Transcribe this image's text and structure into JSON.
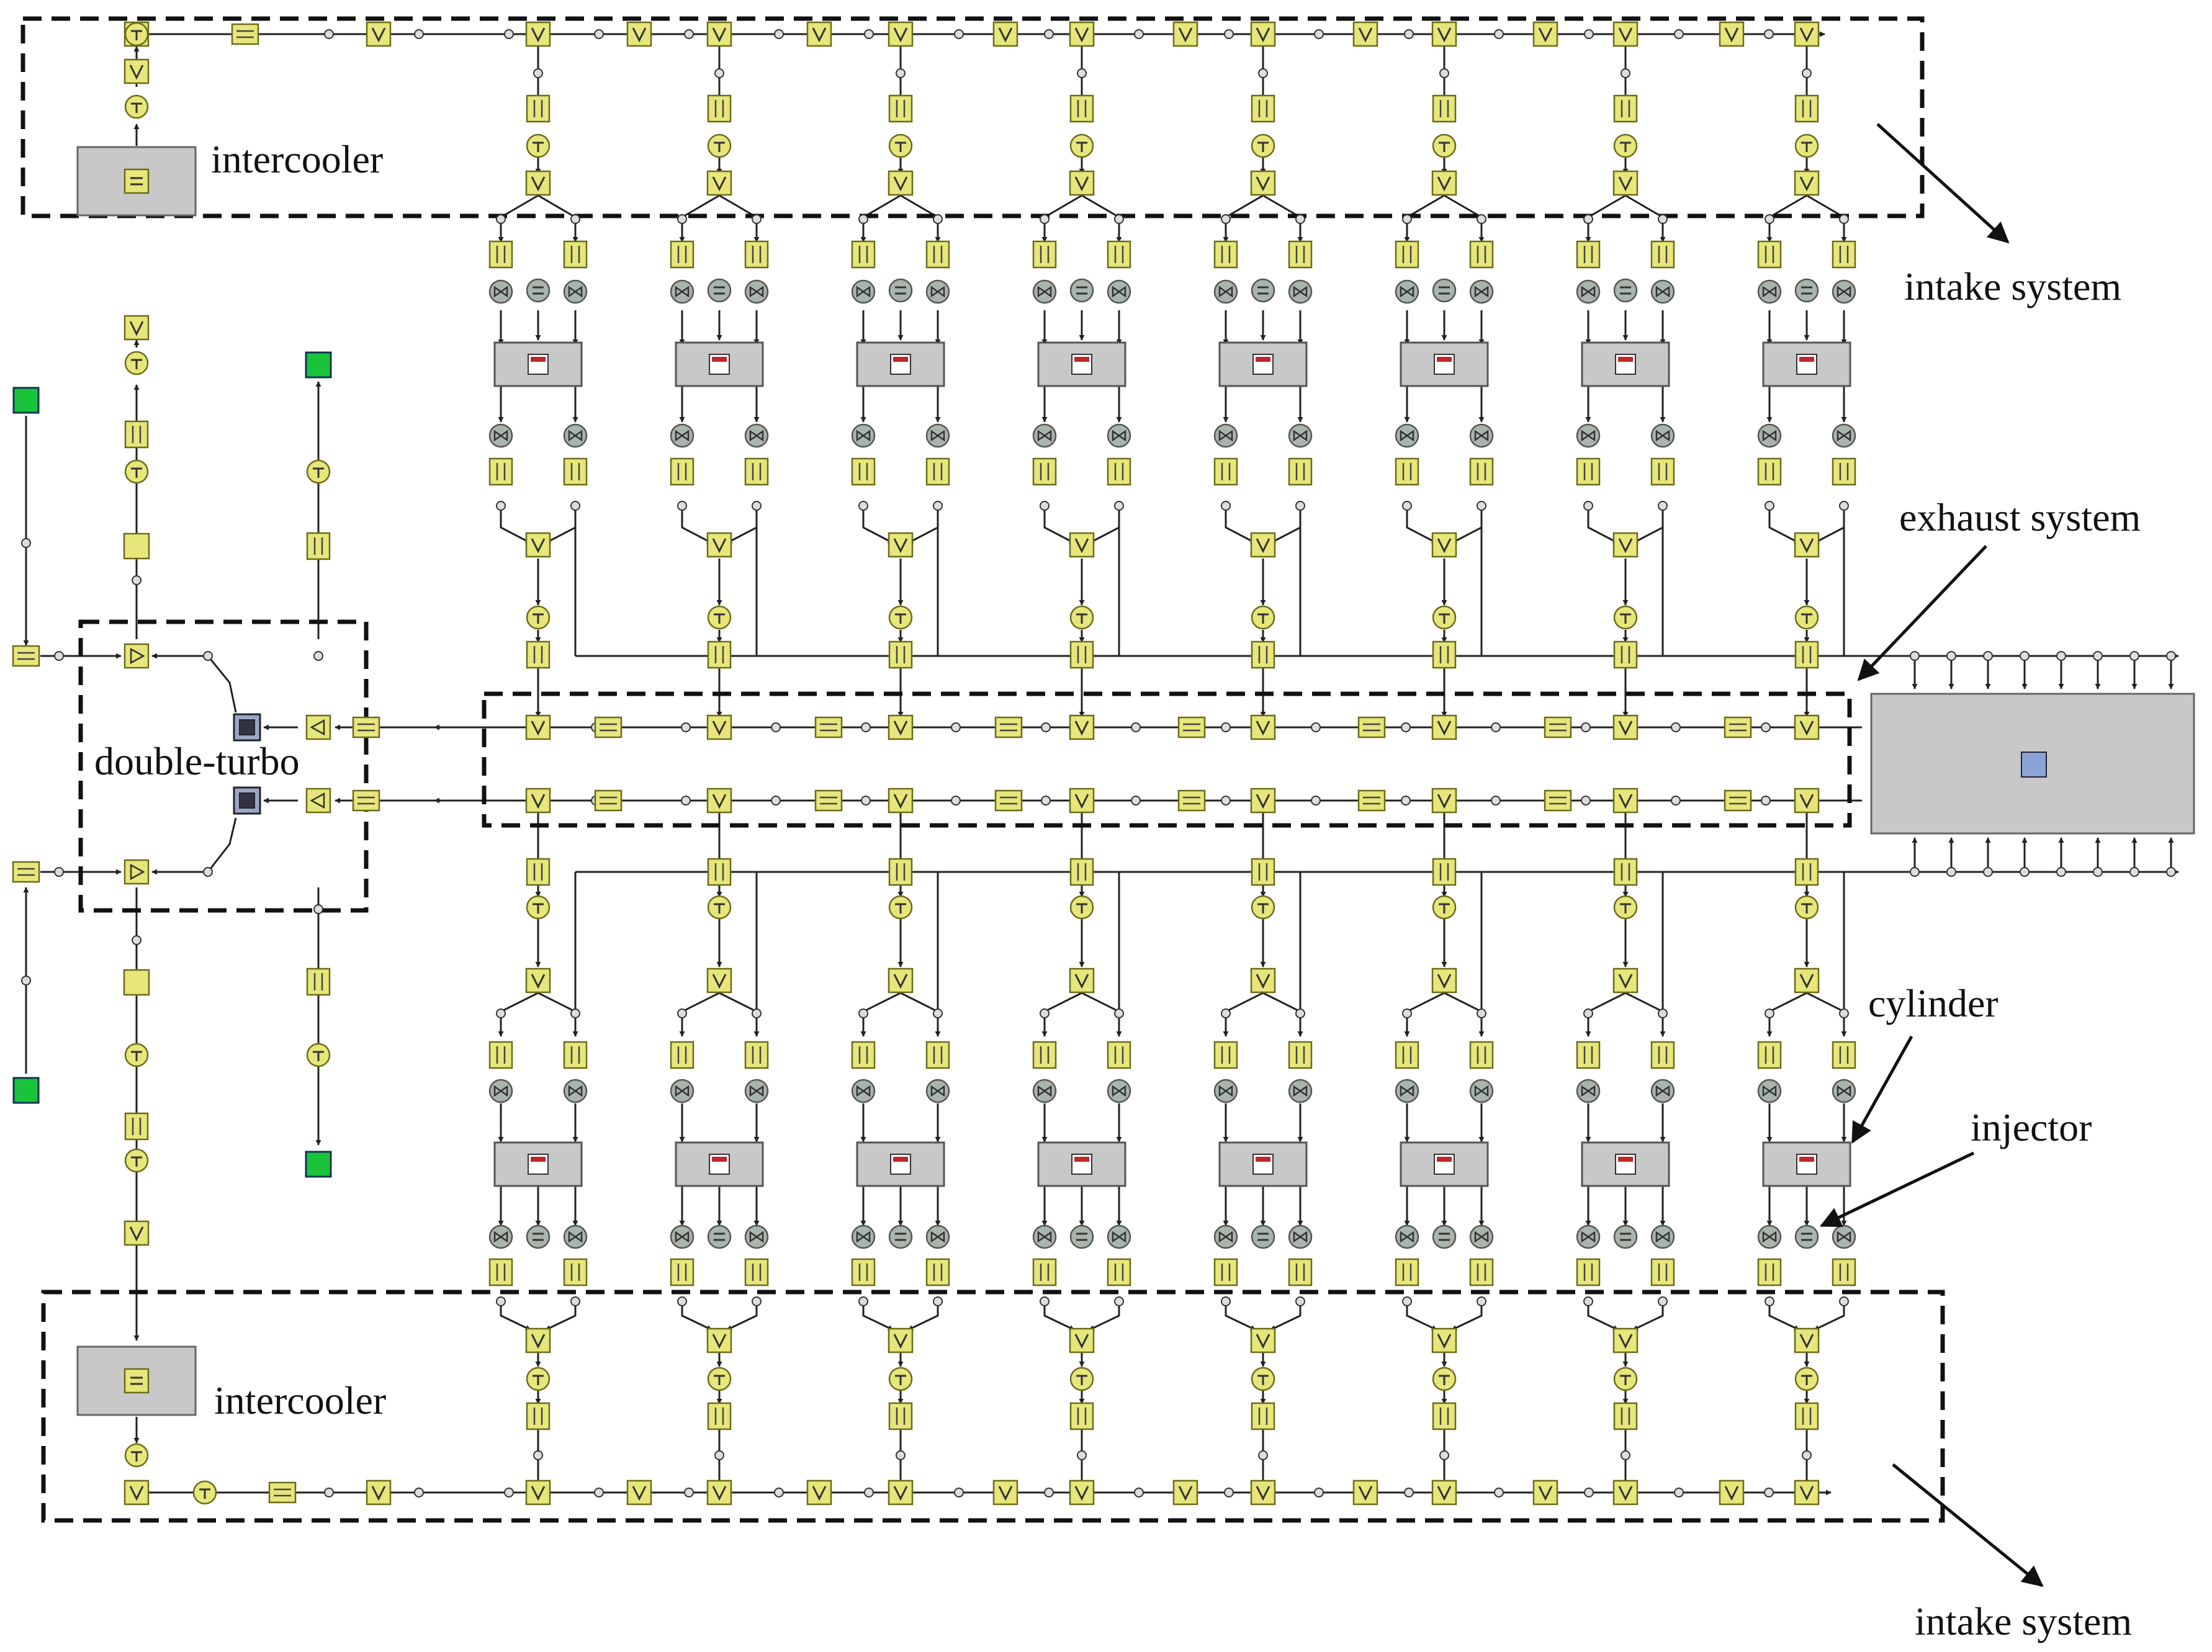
{
  "labels": {
    "intercooler_top": "intercooler",
    "intercooler_bottom": "intercooler",
    "intake_top": "intake system",
    "intake_bottom": "intake system",
    "exhaust": "exhaust system",
    "double_turbo": "double-turbo",
    "cylinder": "cylinder",
    "injector": "injector"
  },
  "diagram": {
    "cylinders_per_bank": 8,
    "banks": 2
  },
  "colors": {
    "component_fill": "#e6e67a",
    "component_stroke": "#6b6b1a",
    "valve_fill": "#a8b4ac",
    "block_fill": "#c8c8c8",
    "boundary_green": "#19c43a",
    "line": "#222222"
  }
}
